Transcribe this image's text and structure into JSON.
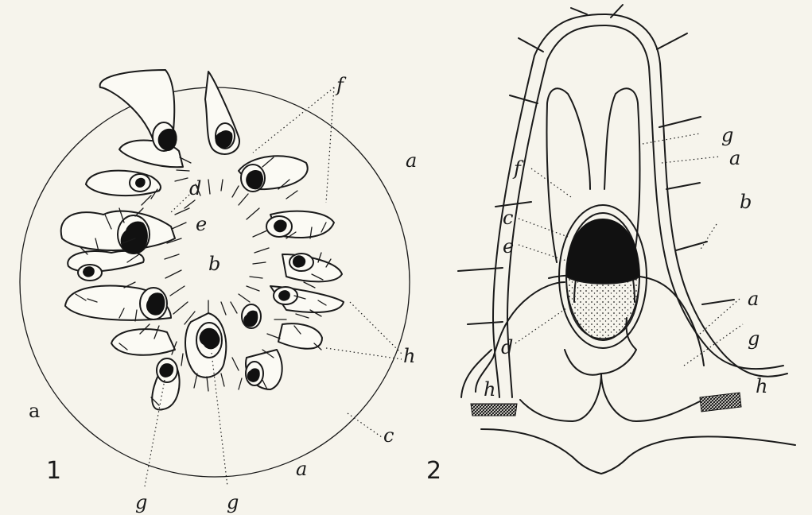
{
  "figure1": {
    "number": "1",
    "labels": {
      "a1": "a",
      "a2": "a",
      "a3": "a",
      "b": "b",
      "c": "c",
      "d": "d",
      "e": "e",
      "f": "f",
      "g1": "g",
      "g2": "g",
      "h": "h"
    }
  },
  "figure2": {
    "number": "2",
    "labels": {
      "a1": "a",
      "a2": "a",
      "b": "b",
      "c": "c",
      "d": "d",
      "e": "e",
      "f": "f",
      "g1": "g",
      "g2": "g",
      "h1": "h",
      "h2": "h"
    }
  }
}
